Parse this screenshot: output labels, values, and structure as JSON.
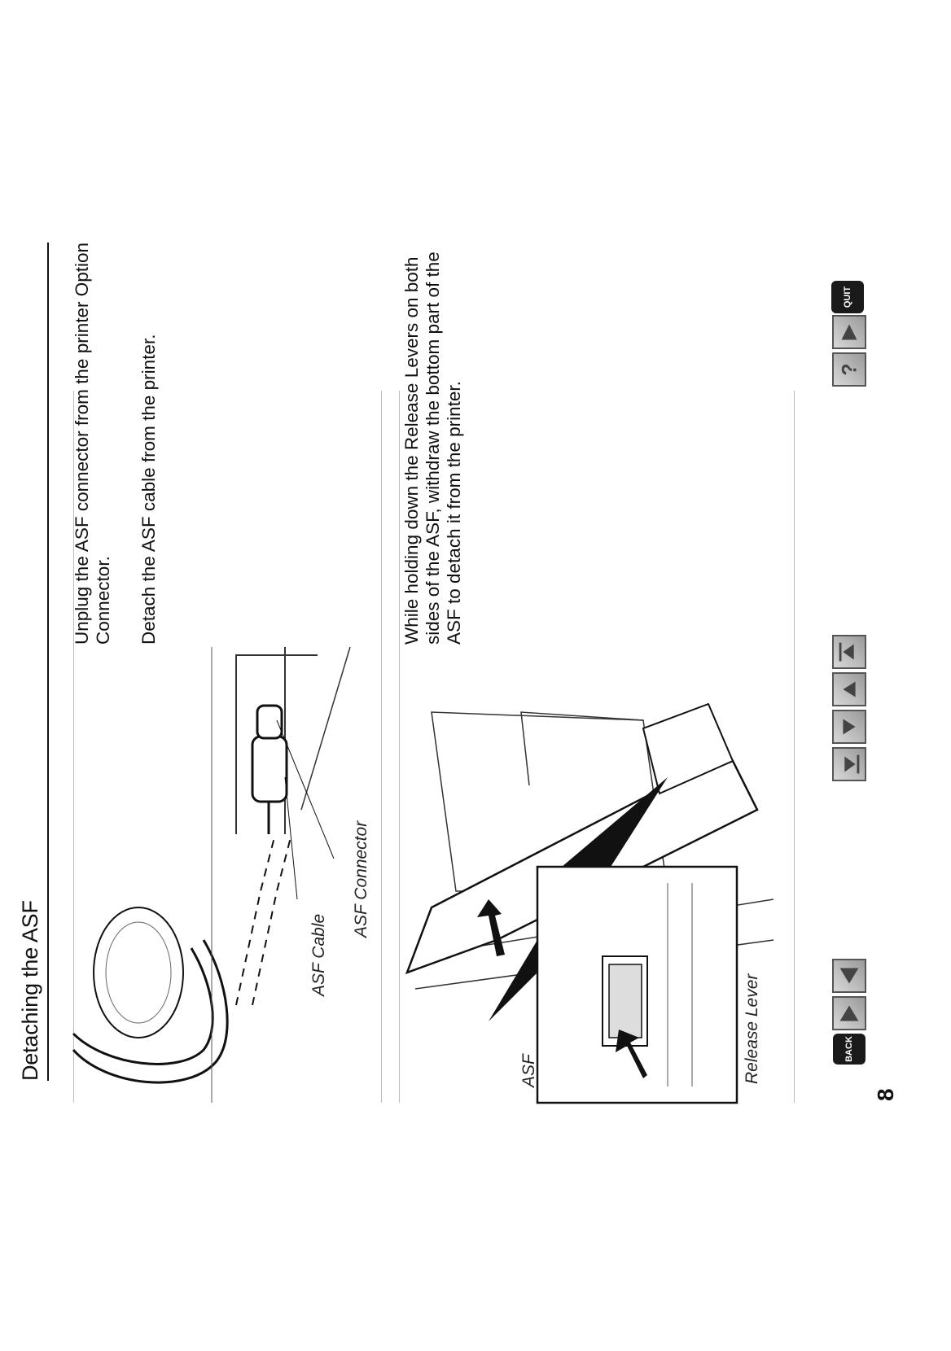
{
  "page": {
    "number": "8",
    "title": "Detaching the ASF"
  },
  "instructions": [
    "Unplug the ASF connector from the printer Option Connector.",
    "Detach the ASF cable from the printer.",
    "While holding down the Release Levers on both sides of the ASF, withdraw the bottom part of the ASF to detach it from the printer."
  ],
  "figure_labels": {
    "asf_cable": "ASF Cable",
    "asf_connector": "ASF Connector",
    "asf": "ASF",
    "release_lever": "Release Lever"
  },
  "navigation": {
    "back_label": "BACK",
    "quit_label": "QUIT",
    "buttons_left": [
      "previous-section-icon",
      "next-section-icon"
    ],
    "buttons_center": [
      "first-page-icon",
      "previous-page-icon",
      "next-page-icon",
      "last-page-icon"
    ],
    "buttons_right": [
      "help-icon",
      "down-icon"
    ]
  }
}
